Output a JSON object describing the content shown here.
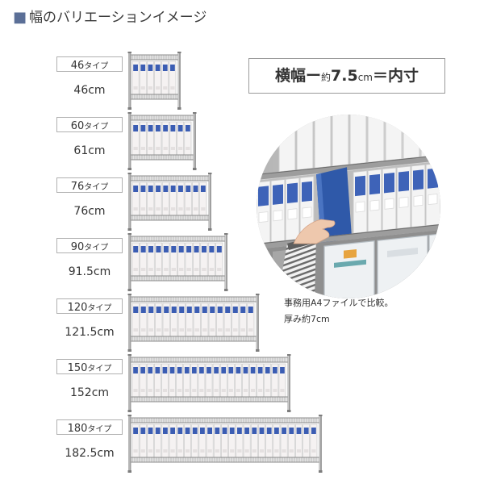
{
  "title": {
    "marker": "■",
    "text": "幅のバリエーションイメージ"
  },
  "labels": {
    "type_suffix": "タイプ"
  },
  "variants": [
    {
      "type": "46",
      "size": "46cm"
    },
    {
      "type": "60",
      "size": "61cm"
    },
    {
      "type": "76",
      "size": "76cm"
    },
    {
      "type": "90",
      "size": "91.5cm"
    },
    {
      "type": "120",
      "size": "121.5cm"
    },
    {
      "type": "150",
      "size": "152cm"
    },
    {
      "type": "180",
      "size": "182.5cm"
    }
  ],
  "note_box": {
    "label": "横幅ー",
    "approx": "約",
    "value": "7.5",
    "unit": "cm",
    "result": "＝内寸"
  },
  "caption": {
    "line1": "事務用A4ファイルで比較。",
    "line2": "厚み約7cm"
  },
  "colors": {
    "marker": "#5b6f97",
    "file_label": "#3b5db3",
    "file_body": "#f5f2f2",
    "rail": "#8c8c8c",
    "post": "#a0a0a0",
    "box_border": "#9a9a9a"
  }
}
